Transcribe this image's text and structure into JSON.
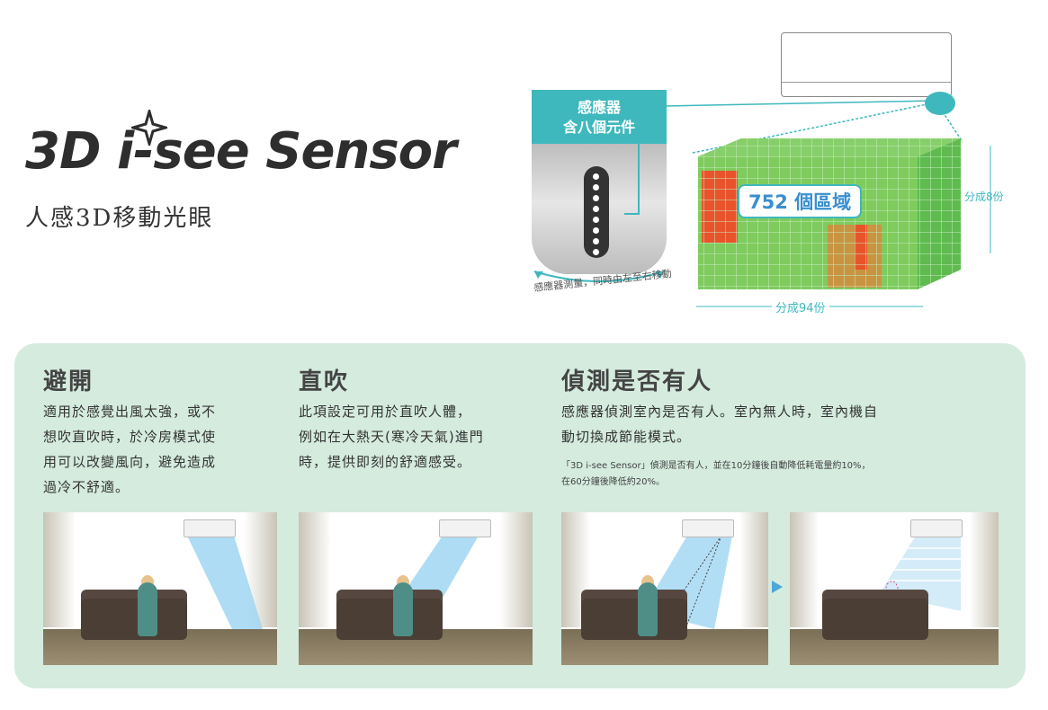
{
  "logo": {
    "title": "3D i-see Sensor",
    "subtitle": "人感3D移動光眼"
  },
  "sensor": {
    "label_line1": "感應器",
    "label_line2": "含八個元件",
    "caption": "感應器測量，同時由左至右移動"
  },
  "grid": {
    "zones_label": "752 個區域",
    "vertical_split": "分成8份",
    "horizontal_split": "分成94份"
  },
  "sections": [
    {
      "heading": "避開",
      "lines": [
        "適用於感覺出風太強，或不",
        "想吹直吹時，於冷房模式使",
        "用可以改變風向，避免造成",
        "過冷不舒適。"
      ]
    },
    {
      "heading": "直吹",
      "lines": [
        "此項設定可用於直吹人體，",
        "例如在大熱天(寒冷天氣)進門",
        "時，提供即刻的舒適感受。"
      ]
    },
    {
      "heading": "偵測是否有人",
      "lines": [
        "感應器偵測室內是否有人。室內無人時，室內機自",
        "動切換成節能模式。"
      ],
      "note_lines": [
        "「3D i-see Sensor」偵測是否有人，並在10分鐘後自動降低耗電量約10%，",
        "在60分鐘後降低約20%。"
      ]
    }
  ],
  "colors": {
    "accent": "#3fb8bd",
    "panel": "#d4ebde",
    "zone_text": "#3a8fd0",
    "airflow": "#9fd6f2"
  }
}
